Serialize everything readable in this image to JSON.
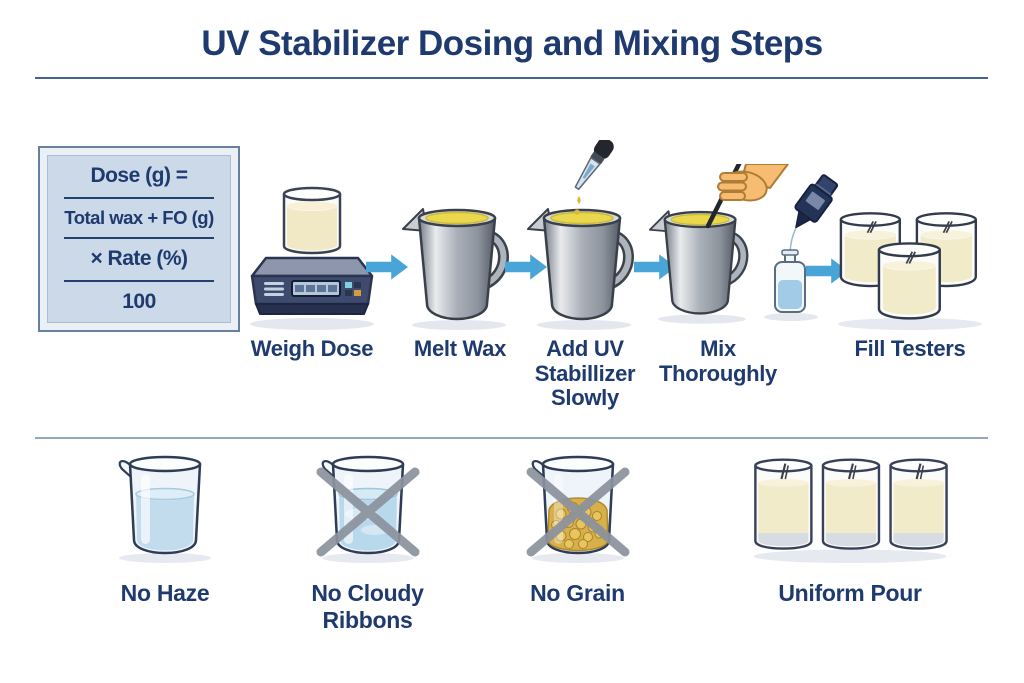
{
  "title": "UV Stabilizer Dosing and Mixing Steps",
  "formula": {
    "line1": "Dose (g) =",
    "line2": "Total wax + FO (g)",
    "line3": "× Rate (%)",
    "line4": "100"
  },
  "steps": [
    {
      "label": "Weigh Dose",
      "icon": "digital-scale-with-wax-container-icon"
    },
    {
      "label": "Melt Wax",
      "icon": "melting-pitcher-icon"
    },
    {
      "label": "Add UV\nStabillizer\nSlowly",
      "icon": "dropper-over-pitcher-icon"
    },
    {
      "label": "Mix\nThoroughly",
      "icon": "hand-stirring-pitcher-with-additive-bottle-icon"
    },
    {
      "label": "Fill Testers",
      "icon": "three-tester-candles-icon"
    }
  ],
  "quality_checks": [
    {
      "label": "No Haze",
      "icon": "clear-beaker-icon",
      "crossed_out": false
    },
    {
      "label": "No Cloudy Ribbons",
      "icon": "cloudy-beaker-crossed-icon",
      "crossed_out": true
    },
    {
      "label": "No Grain",
      "icon": "grainy-beaker-crossed-icon",
      "crossed_out": true
    },
    {
      "label": "Uniform Pour",
      "icon": "three-uniform-candles-icon",
      "crossed_out": false
    }
  ],
  "colors": {
    "navy_text": "#1e3a6e",
    "arrow_blue": "#49a5d7",
    "formula_background": "#ccd9e8",
    "formula_border": "#64819f",
    "divider": "#93a7c2",
    "melted_wax_yellow": "#e9d74e",
    "wax_cream": "#f2ebc9",
    "liquid_blue": "#c2dcee",
    "grain_gold": "#d8b04a",
    "cross_gray": "#8b929d"
  }
}
